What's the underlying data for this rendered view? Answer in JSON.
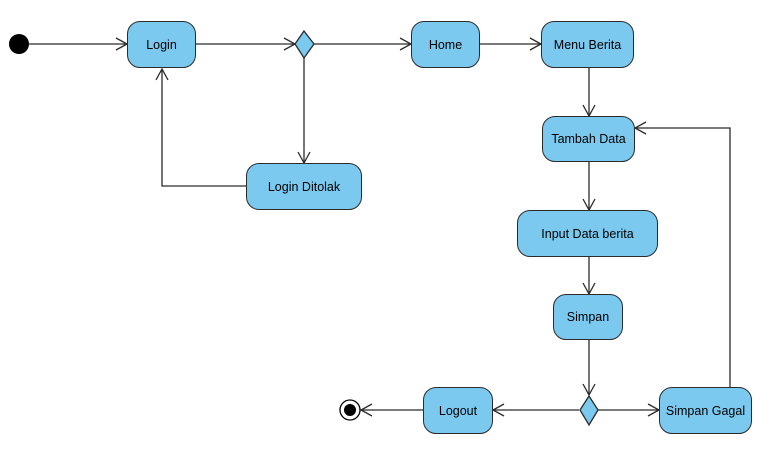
{
  "diagram": {
    "colors": {
      "activity_fill": "#7cc9ef",
      "stroke": "#2b2b2b",
      "background": "#ffffff"
    },
    "nodes": {
      "login": "Login",
      "home": "Home",
      "menu_berita": "Menu Berita",
      "login_ditolak": "Login Ditolak",
      "tambah_data": "Tambah Data",
      "input_data_berita": "Input Data berita",
      "simpan": "Simpan",
      "simpan_gagal": "Simpan Gagal",
      "logout": "Logout"
    }
  }
}
